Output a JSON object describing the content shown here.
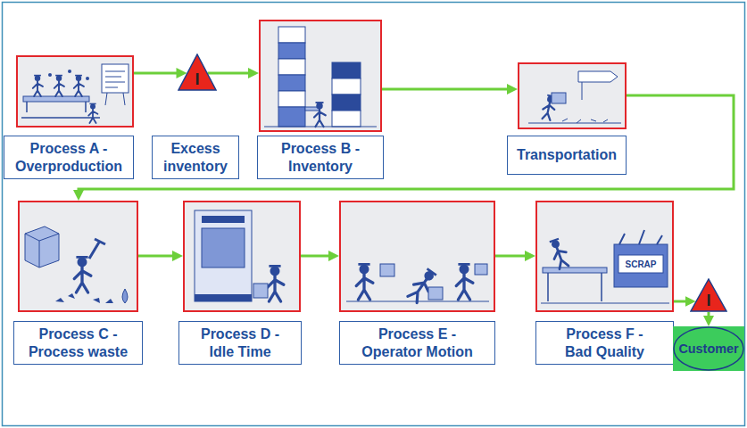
{
  "diagram": {
    "nodes": [
      {
        "text": [
          "Process A - Overproduction"
        ]
      },
      {
        "text": [
          "I",
          "Excess inventory"
        ]
      },
      {
        "text": [
          "Process B - Inventory"
        ]
      },
      {
        "text": [
          "Transportation"
        ]
      },
      {
        "text": [
          "Process C - Process waste"
        ]
      },
      {
        "text": [
          "Process D - Idle Time"
        ]
      },
      {
        "text": [
          "Process E - Operator Motion"
        ]
      },
      {
        "text": [
          "Process F - Bad Quality"
        ]
      },
      {
        "text": [
          "I"
        ]
      },
      {
        "text": [
          "Customer"
        ]
      }
    ],
    "edges": [
      {
        "from": 0,
        "to": 1,
        "arrow": "to"
      },
      {
        "from": 1,
        "to": 2,
        "arrow": "to"
      },
      {
        "from": 2,
        "to": 3,
        "arrow": "to"
      },
      {
        "from": 3,
        "to": 4,
        "arrow": "to"
      },
      {
        "from": 4,
        "to": 5,
        "arrow": "to"
      },
      {
        "from": 5,
        "to": 6,
        "arrow": "to"
      },
      {
        "from": 6,
        "to": 7,
        "arrow": "to"
      },
      {
        "from": 7,
        "to": 8,
        "arrow": "to"
      },
      {
        "from": 8,
        "to": 9,
        "arrow": "to"
      }
    ],
    "labels": [
      "SCRAP"
    ]
  }
}
